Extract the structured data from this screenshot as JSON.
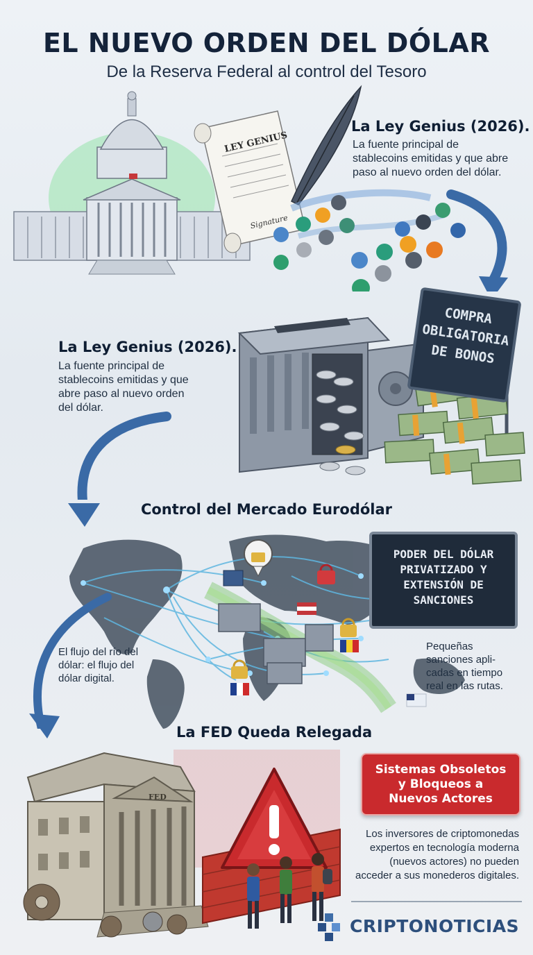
{
  "header": {
    "title": "EL NUEVO ORDEN DEL DÓLAR",
    "subtitle": "De la Reserva Federal al control del Tesoro"
  },
  "scroll": {
    "label": "LEY GENIUS",
    "signature": "Signature"
  },
  "section1": {
    "heading": "La Ley Genius (2026).",
    "body": [
      "La fuente principal de",
      "stablecoins emitidas y que abre",
      "paso al nuevo orden del dólar."
    ]
  },
  "section2": {
    "heading": "La Ley Genius (2026).",
    "body": [
      "La fuente principal de",
      "stablecoins emitidas y que",
      "abre paso al nuevo orden",
      "del dólar."
    ],
    "sign_lines": [
      "COMPRA",
      "OBLIGATORIA",
      "DE BONOS"
    ]
  },
  "section3": {
    "heading": "Control del Mercado Eurodólar",
    "board_lines": [
      "PODER DEL DÓLAR",
      "PRIVATIZADO Y",
      "EXTENSIÓN DE",
      "SANCIONES"
    ],
    "left_note": [
      "El flujo del río del",
      "dólar: el flujo del",
      "dólar digital."
    ],
    "right_note": [
      "Pequeñas",
      "sanciones apli-",
      "cadas en tiempo",
      "real en las rutas."
    ]
  },
  "section4": {
    "heading": "La FED Queda Relegada",
    "building_label": "FED",
    "red_box": [
      "Sistemas Obsoletos",
      "y Bloqueos a",
      "Nuevos Actores"
    ],
    "body": [
      "Los inversores de criptomonedas",
      "expertos en tecnología moderna",
      "(nuevos actores) no pueden",
      "acceder a sus monederos digitales."
    ]
  },
  "brand": {
    "name": "CRIPTONOTICIAS"
  },
  "colors": {
    "accent_blue": "#3f6ea8",
    "arrow_blue": "#3a6aa6",
    "alert_red": "#c92a2d",
    "board_dark": "#263548",
    "capitol_glow": "#6fd98a",
    "money_green": "#8fae7c"
  },
  "icons": [
    "capitol-icon",
    "scroll-icon",
    "quill-icon",
    "coin-icon",
    "vault-icon",
    "money-stack-icon",
    "world-map-icon",
    "padlock-icon",
    "flag-icon",
    "fed-building-icon",
    "warning-icon",
    "brick-wall-icon",
    "person-icon",
    "brand-logo-icon"
  ]
}
